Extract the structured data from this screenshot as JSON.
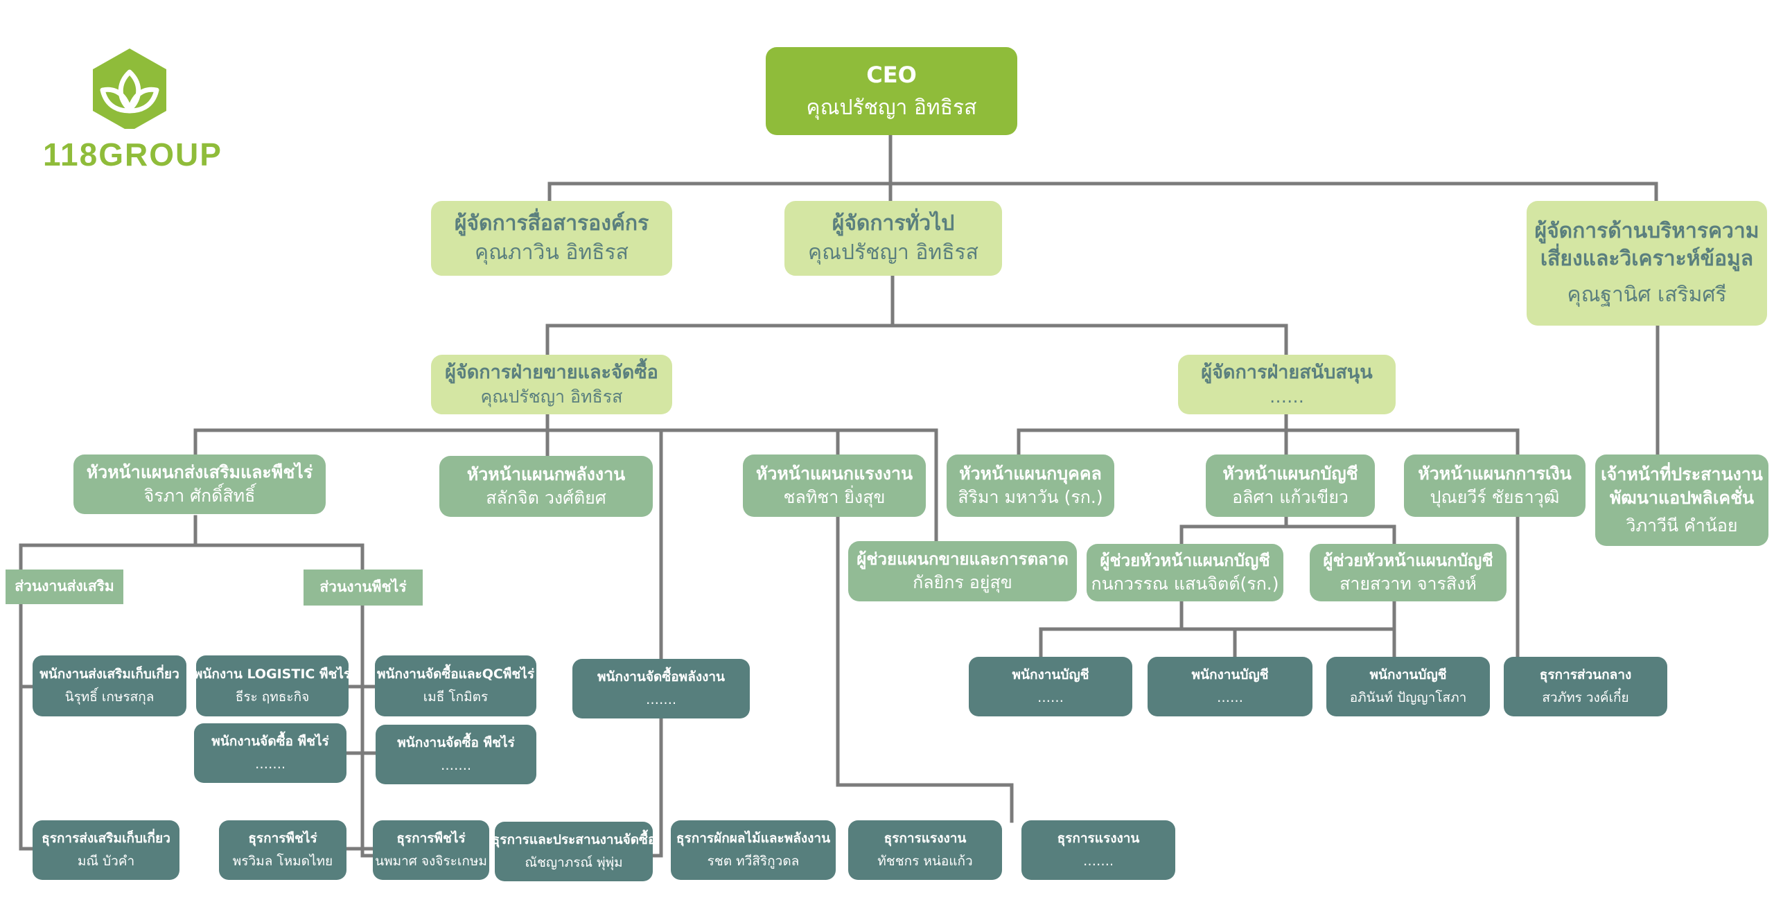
{
  "logo": {
    "text": "118GROUP",
    "color": "#8fbc3a"
  },
  "colors": {
    "ceo": "#8fbc3a",
    "light": "#d4e6a3",
    "mid": "#92bb95",
    "dark": "#577f7d",
    "line": "#7b7b7b"
  },
  "nodes": {
    "ceo": {
      "title": "CEO",
      "name": "คุณปรัชญา อิทธิรส"
    },
    "comm_mgr": {
      "title": "ผู้จัดการสื่อสารองค์กร",
      "name": "คุณภาวิน อิทธิรส"
    },
    "gm": {
      "title": "ผู้จัดการทั่วไป",
      "name": "คุณปรัชญา อิทธิรส"
    },
    "risk_mgr": {
      "title_l1": "ผู้จัดการด้านบริหารความ",
      "title_l2": "เสี่ยงและวิเคราะห์ข้อมูล",
      "name": "คุณฐานิศ เสริมศรี"
    },
    "sales_mgr": {
      "title": "ผู้จัดการฝ่ายขายและจัดซื้อ",
      "name": "คุณปรัชญา อิทธิรส"
    },
    "support_mgr": {
      "title": "ผู้จัดการฝ่ายสนับสนุน",
      "name": "……"
    },
    "head_promo": {
      "title": "หัวหน้าแผนกส่งเสริมและพืชไร่",
      "name": "จิรภา ศักดิ์สิทธิ์"
    },
    "head_energy": {
      "title": "หัวหน้าแผนกพลังงาน",
      "name": "สลักจิต วงศ์ติยศ"
    },
    "head_labor": {
      "title": "หัวหน้าแผนกแรงงาน",
      "name": "ชลทิชา ยิ่งสุข"
    },
    "head_hr": {
      "title": "หัวหน้าแผนกบุคคล",
      "name": "สิริมา มหาวัน (รก.)"
    },
    "head_acc": {
      "title": "หัวหน้าแผนกบัญชี",
      "name": "อลิศา  แก้วเขียว"
    },
    "head_fin": {
      "title": "หัวหน้าแผนกการเงิน",
      "name": "ปุณยวีร์ ชัยธาวุฒิ"
    },
    "app_officer": {
      "title_l1": "เจ้าหน้าที่ประสานงาน",
      "title_l2": "พัฒนาแอปพลิเคชั่น",
      "name": "วิภาวีนี  คำน้อย"
    },
    "asst_sales": {
      "title": "ผู้ช่วยแผนกขายและการตลาด",
      "name": "กัลยิกร  อยู่สุข"
    },
    "asst_acc1": {
      "title": "ผู้ช่วยหัวหน้าแผนกบัญชี",
      "name": "กนกวรรณ  แสนจิตต์(รก.)"
    },
    "asst_acc2": {
      "title": "ผู้ช่วยหัวหน้าแผนกบัญชี",
      "name": "สายสวาท  จารสิงห์"
    },
    "sec_promo": {
      "title": "ส่วนงานส่งเสริม"
    },
    "sec_crop": {
      "title": "ส่วนงานพืชไร่"
    },
    "st_promo_harvest": {
      "title": "พนักงานส่งเสริมเก็บเกี่ยว",
      "name": "นิรุทธิ์ เกษรสกุล"
    },
    "st_logistic": {
      "title": "พนักงาน LOGISTIC พืชไร่",
      "name": "ธีระ ฤทธะกิจ"
    },
    "st_buy_qc": {
      "title": "พนักงานจัดซื้อและQCพืชไร่",
      "name": "เมธี โกมิตร"
    },
    "st_buy_crop1": {
      "title": "พนักงานจัดซื้อ พืชไร่",
      "name": "……."
    },
    "st_buy_crop2": {
      "title": "พนักงานจัดซื้อ พืชไร่",
      "name": "……."
    },
    "st_buy_energy": {
      "title": "พนักงานจัดซื้อพลังงาน",
      "name": "……."
    },
    "st_acc1": {
      "title": "พนักงานบัญชี",
      "name": "……"
    },
    "st_acc2": {
      "title": "พนักงานบัญชี",
      "name": "……"
    },
    "st_acc3": {
      "title": "พนักงานบัญชี",
      "name": "อภินันท์  ปัญญาโสภา"
    },
    "clerk_central": {
      "title": "ธุรการส่วนกลาง",
      "name": "สวภัทร  วงค์เกี๋ย"
    },
    "clerk_promo": {
      "title": "ธุรการส่งเสริมเก็บเกี่ยว",
      "name": "มณี  บัวคำ"
    },
    "clerk_crop1": {
      "title": "ธุรการพืชไร่",
      "name": "พรวิมล  โหมดไทย"
    },
    "clerk_crop2": {
      "title": "ธุรการพืชไร่",
      "name": "นพมาศ จงจิระเกษม"
    },
    "clerk_coord": {
      "title": "ธุรการและประสานงานจัดซื้อ",
      "name": "ณัชญาภรณ์ พุ่พุ่ม"
    },
    "clerk_veg": {
      "title": "ธุรการผักผลไม้และพลังงาน",
      "name": "รชต  ทวีสิริกูวดล"
    },
    "clerk_labor1": {
      "title": "ธุรการแรงงาน",
      "name": "ทัชชกร หน่อแก้ว"
    },
    "clerk_labor2": {
      "title": "ธุรการแรงงาน",
      "name": "……."
    }
  }
}
